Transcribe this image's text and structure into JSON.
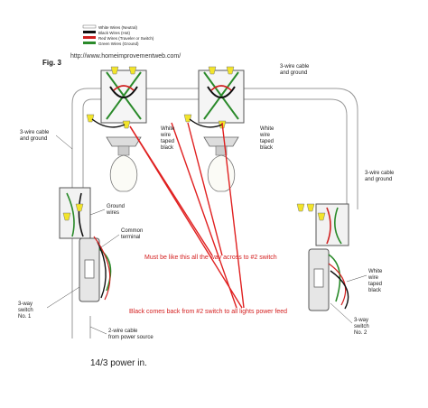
{
  "figure_label": "Fig. 3",
  "url": "http://www.homeimprovementweb.com/",
  "legend": [
    {
      "text": "White Wires (Neutral)",
      "color": "#ffffff"
    },
    {
      "text": "Black Wires (Hot)",
      "color": "#111111"
    },
    {
      "text": "Red Wires (Traveler or Switch)",
      "color": "#d02020"
    },
    {
      "text": "Green Wires (Ground)",
      "color": "#2a8a2a"
    }
  ],
  "labels": {
    "cable_top_right": [
      "3-wire cable",
      "and ground"
    ],
    "cable_left": [
      "3-wire cable",
      "and ground"
    ],
    "white_taped_1": [
      "White",
      "wire",
      "taped",
      "black"
    ],
    "white_taped_2": [
      "White",
      "wire",
      "taped",
      "black"
    ],
    "ground_wires": [
      "Ground",
      "wires"
    ],
    "common_terminal": [
      "Common",
      "terminal"
    ],
    "switch_1": [
      "3-way",
      "switch",
      "No. 1"
    ],
    "source_cable": [
      "2-wire cable",
      "from power source"
    ],
    "cable_right": [
      "3-wire cable",
      "and ground"
    ],
    "white_taped_right": [
      "White",
      "wire",
      "taped",
      "black"
    ],
    "switch_2": [
      "3-way",
      "switch",
      "No. 2"
    ]
  },
  "annotations": {
    "note_1": "Must be like this all the way across to #2 switch",
    "note_2": "Black comes back from #2 switch to all  lights power feed"
  },
  "caption": "14/3 power in.",
  "colors": {
    "conduit": "#c8c8c8",
    "annotation": "#e02020",
    "wire_nut": "#f2e42a",
    "ground": "#2a8a2a",
    "traveler": "#d02020"
  }
}
